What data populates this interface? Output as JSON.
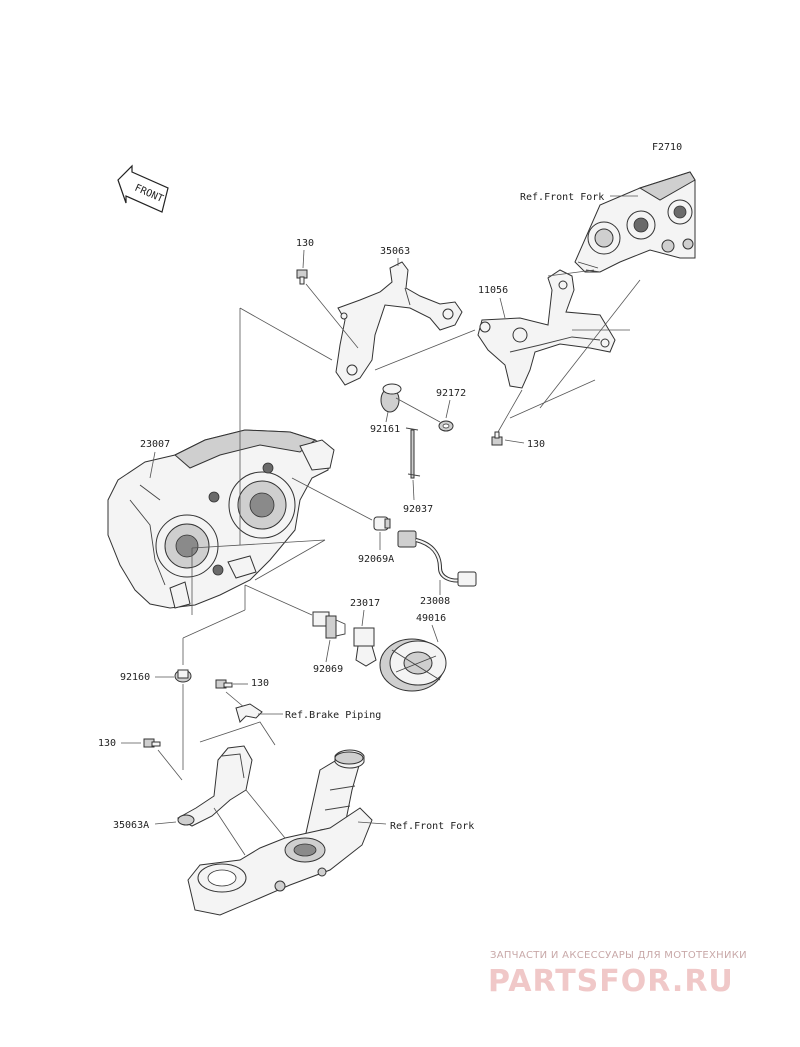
{
  "figure_code": "F2710",
  "front_arrow_text": "FRONT",
  "labels": {
    "p130_top": "130",
    "p35063": "35063",
    "p11056": "11056",
    "p92172": "92172",
    "p92161": "92161",
    "p130_right": "130",
    "p23007": "23007",
    "p92037": "92037",
    "p92069A": "92069A",
    "p23017": "23017",
    "p23008": "23008",
    "p49016": "49016",
    "p92069": "92069",
    "p92160": "92160",
    "p130_mid": "130",
    "p130_left": "130",
    "p35063A": "35063A",
    "ref_front_fork_top": "Ref.Front Fork",
    "ref_brake_piping": "Ref.Brake Piping",
    "ref_front_fork_bottom": "Ref.Front Fork"
  },
  "watermark": {
    "subtitle": "ЗАПЧАСТИ И АКСЕССУАРЫ ДЛЯ МОТОТЕХНИКИ",
    "brand": "PARTSFOR.RU"
  }
}
